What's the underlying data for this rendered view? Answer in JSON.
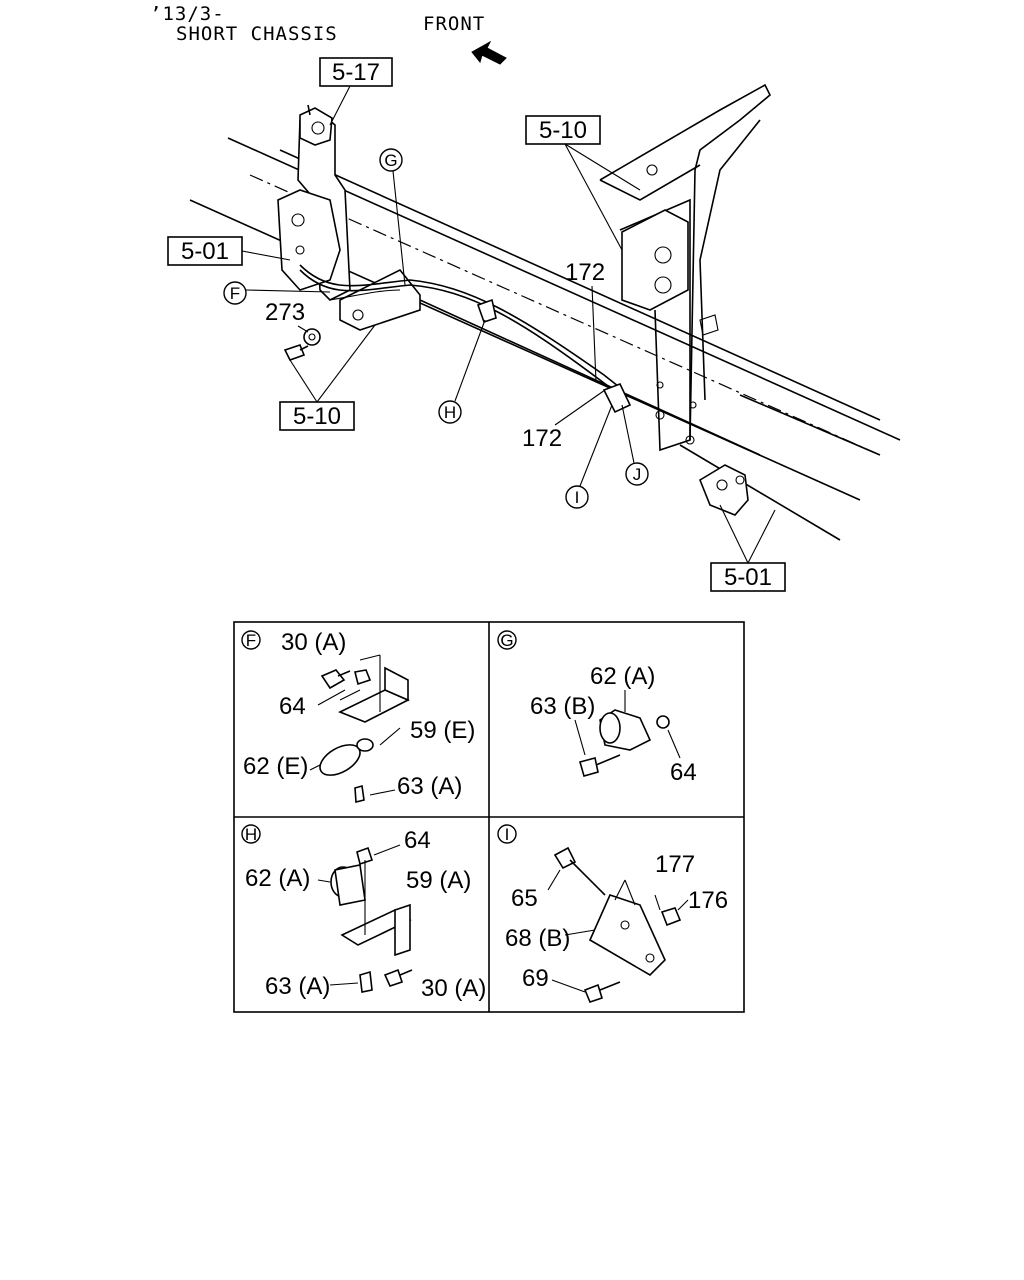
{
  "header": {
    "line1": "’13/3-",
    "line2": "SHORT CHASSIS",
    "front": "FRONT"
  },
  "refs": {
    "r517": "5-17",
    "r510_top": "5-10",
    "r501_left": "5-01",
    "r510_bottom": "5-10",
    "r501_bottom": "5-01"
  },
  "callouts": {
    "F": "F",
    "G": "G",
    "H": "H",
    "I": "I",
    "J": "J"
  },
  "main_labels": {
    "p273": "273",
    "p172_top": "172",
    "p172_bottom": "172"
  },
  "detail_F": {
    "letter": "F",
    "a": "30 (A)",
    "b": "64",
    "c": "59 (E)",
    "d": "62 (E)",
    "e": "63 (A)"
  },
  "detail_G": {
    "letter": "G",
    "a": "62 (A)",
    "b": "63 (B)",
    "c": "64"
  },
  "detail_H": {
    "letter": "H",
    "a": "64",
    "b": "62 (A)",
    "c": "59 (A)",
    "d": "63 (A)",
    "e": "30 (A)"
  },
  "detail_I": {
    "letter": "I",
    "a": "177",
    "b": "65",
    "c": "176",
    "d": "68 (B)",
    "e": "69"
  }
}
